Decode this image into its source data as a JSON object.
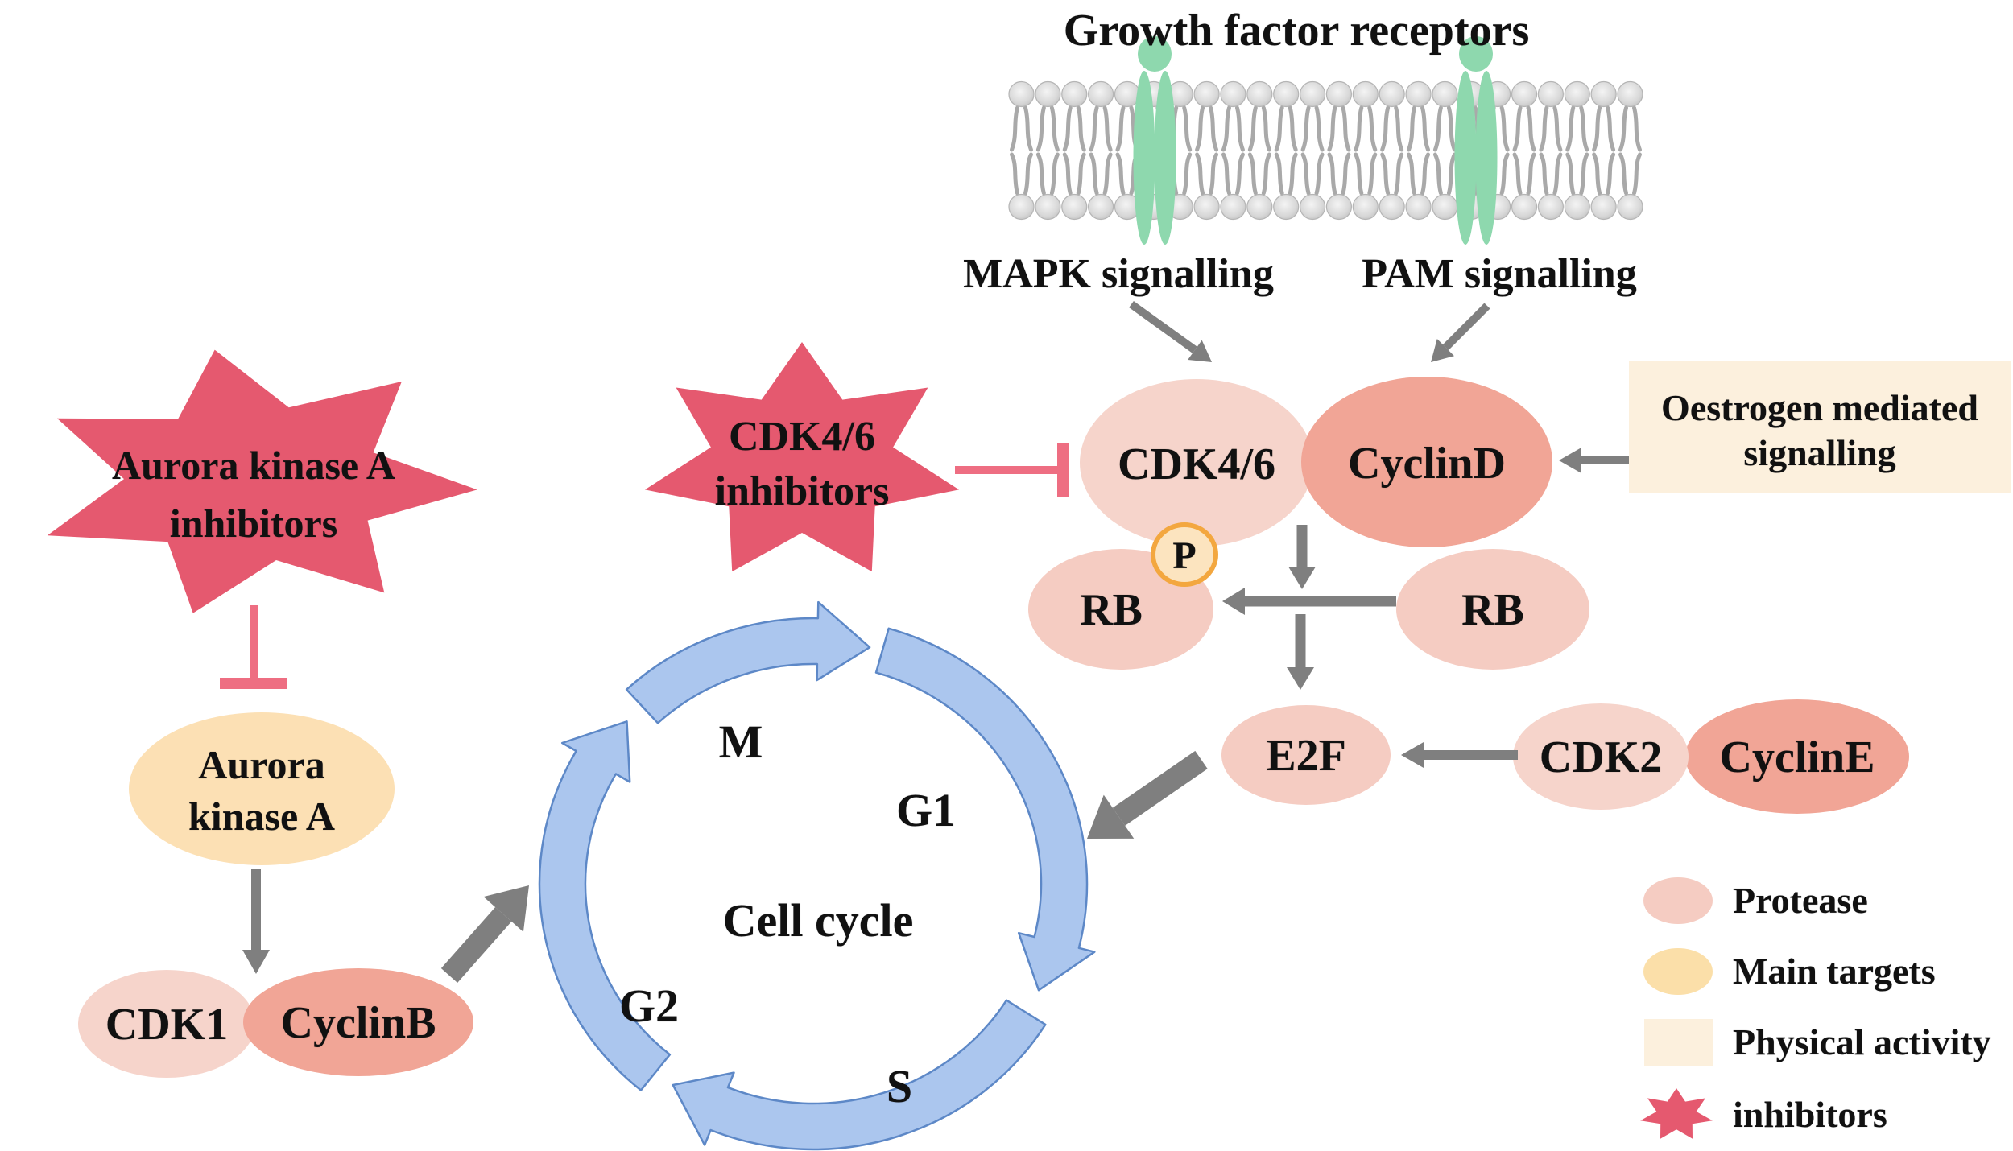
{
  "title": "Growth factor receptors",
  "signals": {
    "mapk": "MAPK signalling",
    "pam": "PAM signalling"
  },
  "stars": {
    "cdk46": {
      "line1": "CDK4/6",
      "line2": "inhibitors"
    },
    "aurora": {
      "line1": "Aurora kinase A",
      "line2": "inhibitors"
    }
  },
  "oestrogen": {
    "line1": "Oestrogen mediated",
    "line2": "signalling"
  },
  "nodes": {
    "cdk46": "CDK4/6",
    "cyclinD": "CyclinD",
    "rb_phos": "RB",
    "p": "P",
    "rb": "RB",
    "e2f": "E2F",
    "cdk2": "CDK2",
    "cyclinE": "CyclinE",
    "aurora1": "Aurora",
    "aurora2": "kinase A",
    "cdk1": "CDK1",
    "cyclinB": "CyclinB"
  },
  "cycle": {
    "title": "Cell cycle",
    "m": "M",
    "g1": "G1",
    "g2": "G2",
    "s": "S"
  },
  "legend": {
    "items": [
      {
        "label": "Protease",
        "swatch": "protease-ellipse"
      },
      {
        "label": "Main targets",
        "swatch": "main-targets-ellipse"
      },
      {
        "label": "Physical activity",
        "swatch": "physical-activity-rect"
      },
      {
        "label": "inhibitors",
        "swatch": "inhibitors-star"
      }
    ]
  },
  "colors": {
    "cdk_light": "#f6d4cb",
    "cyclin_salmon": "#f1a596",
    "protease_pink": "#f5ccc2",
    "targets_yellow": "#fce0b4",
    "targets_yellow2": "#fbdfa9",
    "physical_cream": "#fcf0dd",
    "inhibitor_red": "#e5596f",
    "inhibit_pink": "#ee6e82",
    "p_fill": "#fce4bf",
    "p_border": "#f3a73f",
    "arrow_gray": "#7f7f7f",
    "ring_fill": "#abc6ee",
    "ring_stroke": "#5d88c7",
    "membrane_gray": "#d8d8d8",
    "membrane_edge": "#b5b5b5",
    "tail_gray": "#a9a9a9",
    "receptor_green": "#8ed8ae"
  }
}
